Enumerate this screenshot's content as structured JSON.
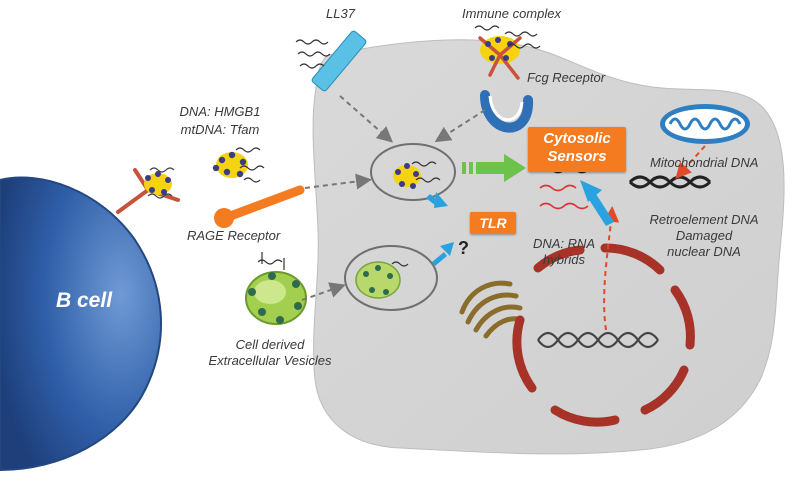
{
  "labels": {
    "ll37": "LL37",
    "immune_complex": "Immune complex",
    "fcg_receptor": "Fcg Receptor",
    "dna_hmgb1": "DNA: HMGB1",
    "mtdna_tfam": "mtDNA: Tfam",
    "rage_receptor": "RAGE Receptor",
    "cytosolic_sensors": [
      "Cytosolic",
      "Sensors"
    ],
    "mitochondrial_dna": "Mitochondrial DNA",
    "retroelement_dna": "Retroelement DNA",
    "damaged_nuclear_dna": [
      "Damaged",
      "nuclear DNA"
    ],
    "tlr": "TLR",
    "dna_rna_hybrids": [
      "DNA: RNA",
      "hybrids"
    ],
    "b_cell": "B cell",
    "vesicles": [
      "Cell derived",
      "Extracellular Vesicles"
    ],
    "unknown": "?"
  },
  "colors": {
    "cell_gray": "#d7d7d7",
    "sensor_orange": "#f47b20",
    "b_cell_blue": "#2f5ea8",
    "arrow_blue": "#29a3e0",
    "arrow_green": "#6cc24a",
    "mito_blue": "#2e7fc2",
    "nucleus_red": "#a63228",
    "ll37_cyan": "#5bc0e6",
    "vesicle_green": "#8cc63f",
    "complex_yellow": "#f5d40f"
  }
}
